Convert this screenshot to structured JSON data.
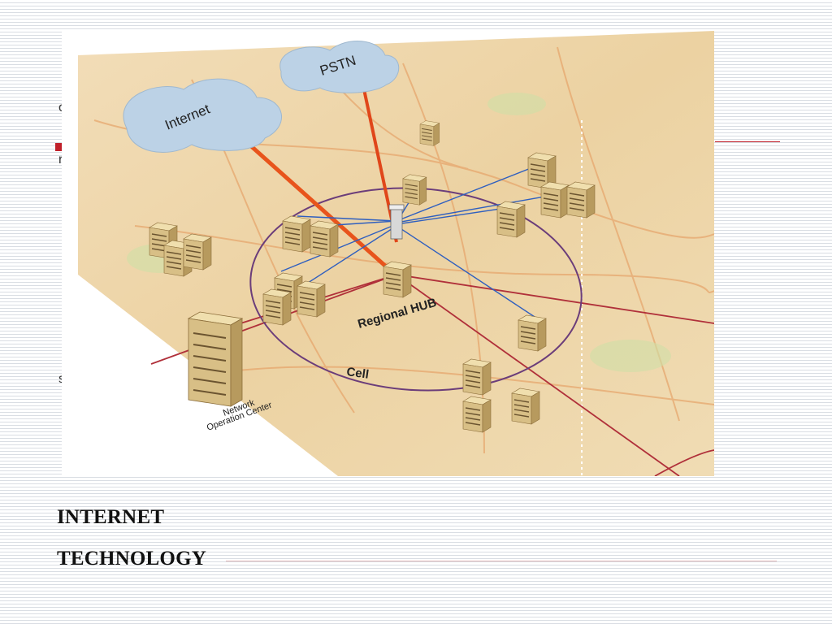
{
  "figure": {
    "labels": {
      "internet": "Internet",
      "pstn": "PSTN",
      "hub": "Regional HUB",
      "cell": "Cell",
      "noc_line1": "Network",
      "noc_line2": "Operation Center"
    },
    "colors": {
      "cloud": "#bcd2e6",
      "trunk": "#e8541c",
      "wireless_link": "#2f5fbf",
      "backhaul": "#b0303a",
      "cell_ring": "#6b3d7a",
      "building": "#d8bf86"
    }
  },
  "captions": {
    "line1": "INTERNET",
    "line2": "TECHNOLOGY"
  },
  "background_fragments": [
    "o",
    "r",
    "s"
  ]
}
